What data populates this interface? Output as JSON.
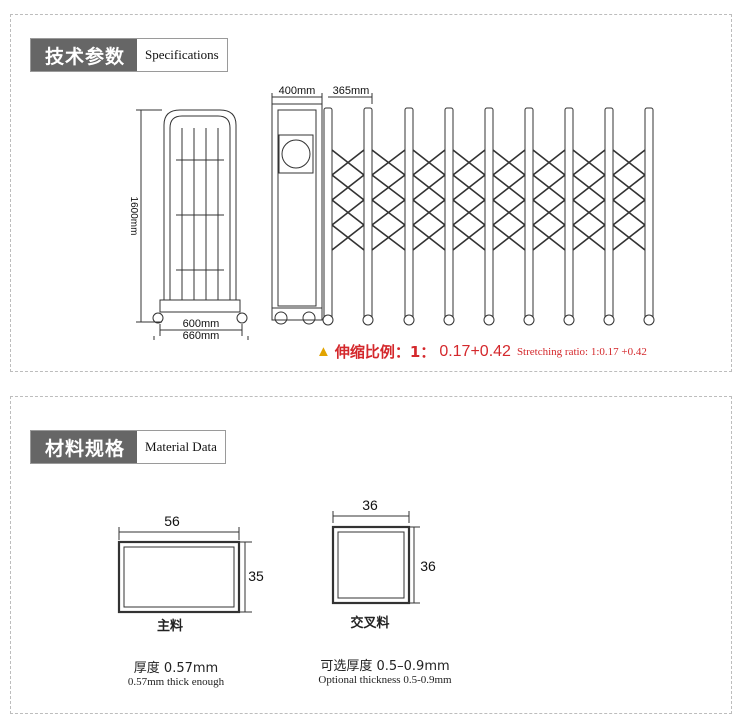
{
  "specs": {
    "header_cn": "技术参数",
    "header_en": "Specifications",
    "dim_height": "1600mm",
    "dim_inner_width": "600mm",
    "dim_outer_width": "660mm",
    "dim_head_width": "400mm",
    "dim_section_width": "365mm",
    "ratio_label_cn": "伸缩比例：1：",
    "ratio_value": "0.17+0.42",
    "ratio_label_en": "Stretching ratio: 1:0.17 +0.42"
  },
  "material": {
    "header_cn": "材料规格",
    "header_en": "Material Data",
    "main": {
      "width": "56",
      "height": "35",
      "name": "主料",
      "thickness_cn": "厚度 0.57mm",
      "thickness_en": "0.57mm thick enough"
    },
    "cross": {
      "width": "36",
      "height": "36",
      "name": "交叉料",
      "thickness_cn": "可选厚度 0.5–0.9mm",
      "thickness_en": "Optional thickness 0.5-0.9mm"
    }
  },
  "colors": {
    "header_bg": "#666666",
    "ratio_red": "#d4282c",
    "line": "#333333"
  }
}
